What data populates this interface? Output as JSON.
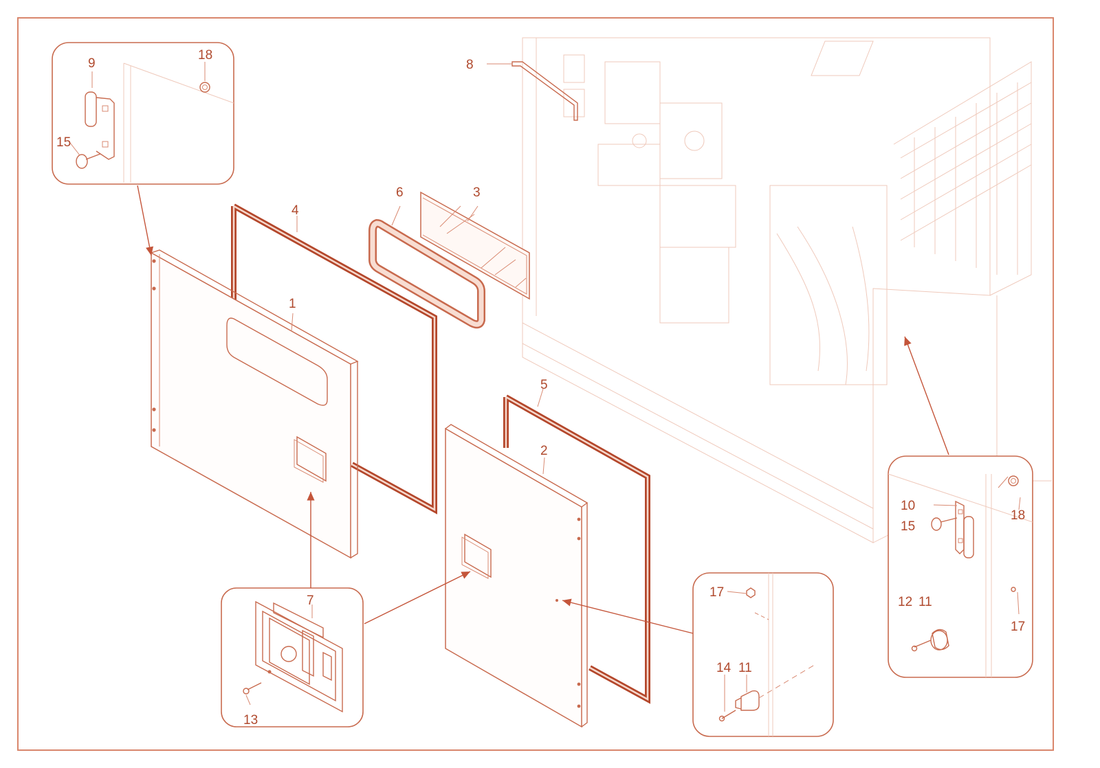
{
  "colors": {
    "line": "#c86a4e",
    "text": "#b04a2e",
    "gasket": "#b4472b",
    "background": "#ffffff"
  },
  "labels": {
    "p1": "1",
    "p2": "2",
    "p3": "3",
    "p4": "4",
    "p5": "5",
    "p6": "6",
    "p7": "7",
    "p8": "8",
    "p9": "9",
    "p10": "10",
    "p11a": "11",
    "p11b": "11",
    "p12": "12",
    "p13": "13",
    "p14": "14",
    "p15a": "15",
    "p15b": "15",
    "p17a": "17",
    "p17b": "17",
    "p18a": "18",
    "p18b": "18"
  },
  "insets": {
    "top_left_hinge": [
      "9",
      "18",
      "15"
    ],
    "bottom_latch": [
      "7",
      "13"
    ],
    "bottom_right_stop": [
      "17",
      "14",
      "11"
    ],
    "right_hinge": [
      "10",
      "15",
      "18",
      "12",
      "11",
      "17"
    ]
  }
}
